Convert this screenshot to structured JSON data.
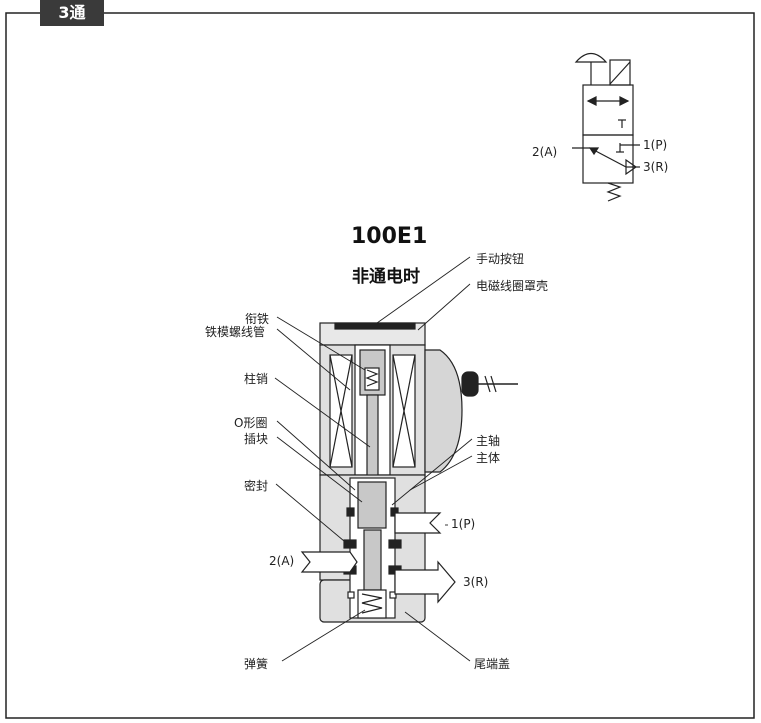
{
  "tab_label": "3通",
  "model": "100E1",
  "state": "非通电时",
  "symbol": {
    "port_a": "2(A)",
    "port_p": "1(P)",
    "port_r": "3(R)"
  },
  "labels": {
    "manual_button": "手动按钮",
    "coil_cover": "电磁线圈罩壳",
    "armature": "衔铁",
    "armature_tube": "铁模螺线管",
    "pin": "柱销",
    "o_ring": "O形圈",
    "plug": "插块",
    "main_shaft": "主轴",
    "main_body": "主体",
    "seal": "密封",
    "port_p": "1(P)",
    "port_a": "2(A)",
    "port_r": "3(R)",
    "spring": "弹簧",
    "end_cap": "尾端盖"
  }
}
